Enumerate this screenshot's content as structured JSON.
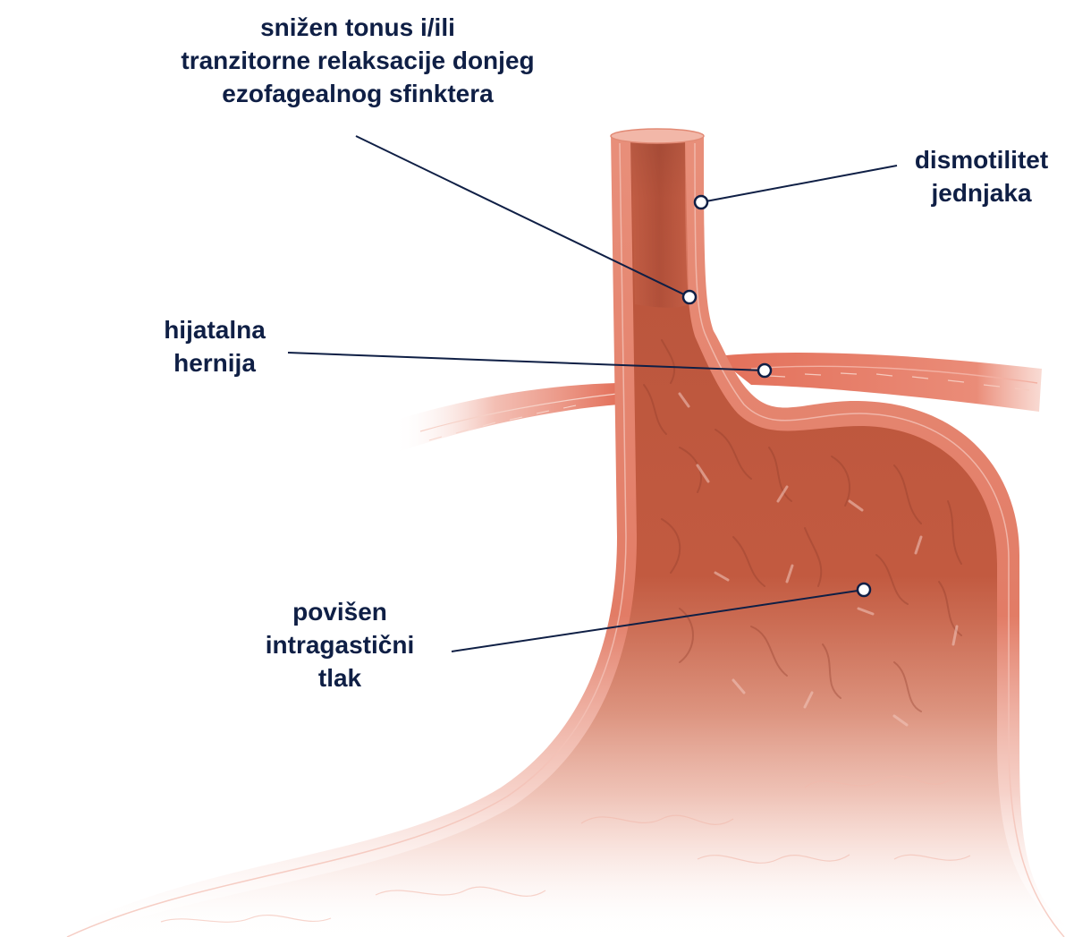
{
  "labels": {
    "lesc": {
      "line1": "snižen tonus i/ili",
      "line2": "tranzitorne relaksacije donjeg",
      "line3": "ezofagealnog sfinktera"
    },
    "dysmotility": {
      "line1": "dismotilitet",
      "line2": "jednjaka"
    },
    "hiatal_hernia": {
      "line1": "hijatalna",
      "line2": "hernija"
    },
    "pressure": {
      "line1": "povišen",
      "line2": "intragastični",
      "line3": "tlak"
    }
  },
  "colors": {
    "label_text": "#0f1f45",
    "leader_line": "#0f1f45",
    "tissue_inner": "#c0573d",
    "tissue_wall": "#e07a63",
    "diaphragm": "#e3705a"
  }
}
